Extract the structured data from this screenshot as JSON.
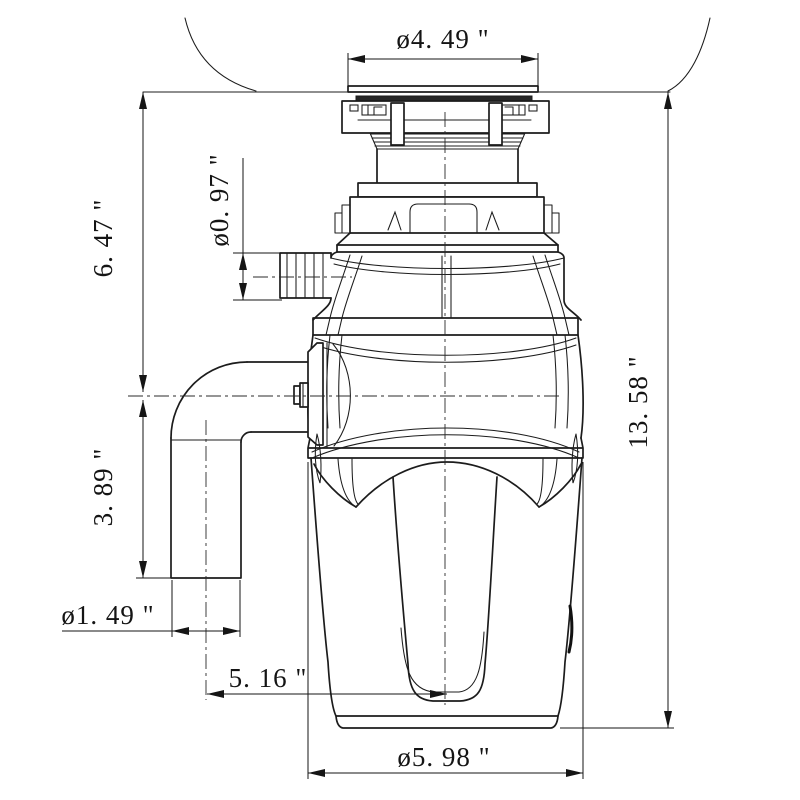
{
  "drawing": {
    "background_color": "#ffffff",
    "line_color": "#1c1c1c",
    "units": "inches",
    "dimensions": {
      "flange_diameter": {
        "label": "ø4. 49 \"",
        "value": 4.49,
        "unit": "in",
        "orientation": "horizontal",
        "measures": "sink flange diameter"
      },
      "upper_height": {
        "label": "6. 47 \"",
        "value": 6.47,
        "unit": "in",
        "orientation": "vertical",
        "measures": "sink line to outlet centerline"
      },
      "inlet_diameter": {
        "label": "ø0. 97 \"",
        "value": 0.97,
        "unit": "in",
        "orientation": "vertical",
        "measures": "dishwasher inlet diameter"
      },
      "overall_height": {
        "label": "13. 58 \"",
        "value": 13.58,
        "unit": "in",
        "orientation": "vertical",
        "measures": "overall height"
      },
      "discharge_drop": {
        "label": "3. 89 \"",
        "value": 3.89,
        "unit": "in",
        "orientation": "vertical",
        "measures": "outlet centerline to pipe end"
      },
      "outlet_pipe_diameter": {
        "label": "ø1. 49 \"",
        "value": 1.49,
        "unit": "in",
        "orientation": "horizontal",
        "measures": "discharge elbow pipe diameter"
      },
      "outlet_offset": {
        "label": "5. 16 \"",
        "value": 5.16,
        "unit": "in",
        "orientation": "horizontal",
        "measures": "pipe centerline to body centerline"
      },
      "body_diameter": {
        "label": "ø5. 98 \"",
        "value": 5.98,
        "unit": "in",
        "orientation": "horizontal",
        "measures": "housing diameter"
      }
    }
  }
}
